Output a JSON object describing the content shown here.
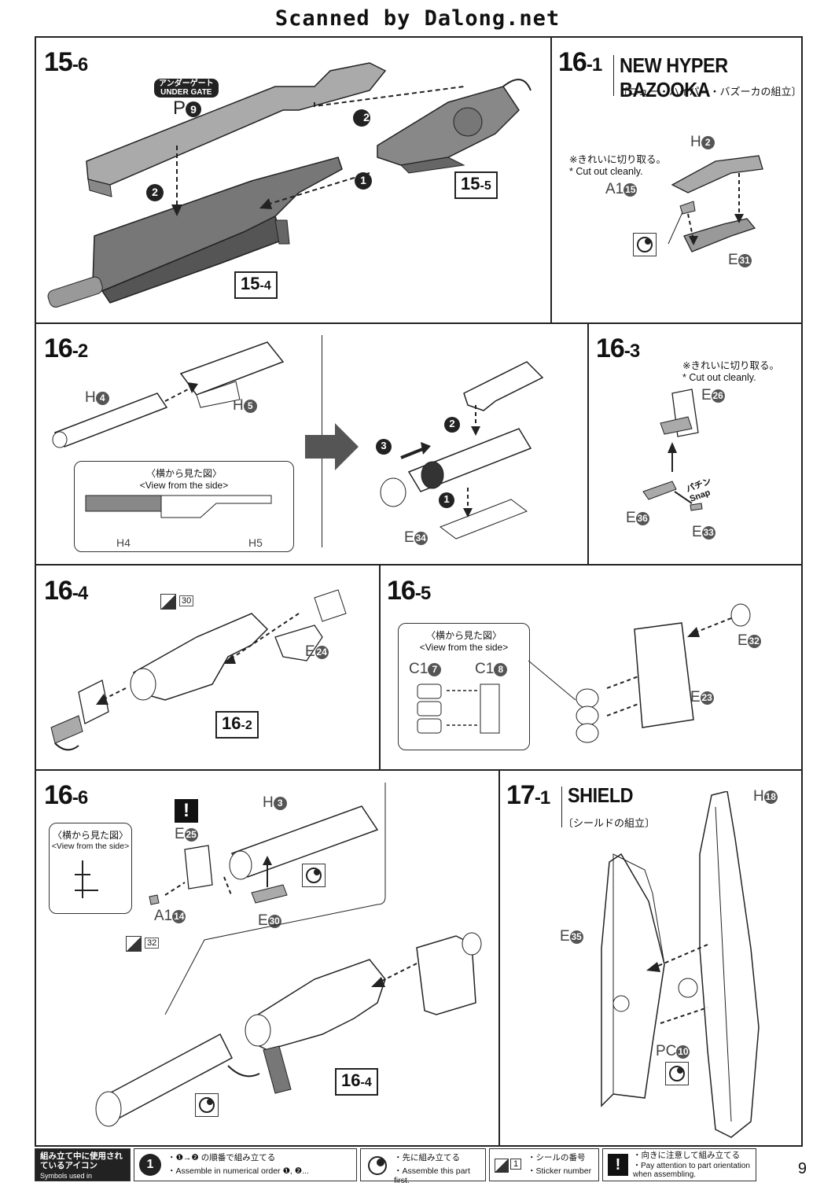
{
  "header": {
    "title": "Scanned by Dalong.net"
  },
  "steps": {
    "s15_6": {
      "num": "15",
      "sub": "-6",
      "under_gate_jp": "アンダーゲート",
      "under_gate_en": "UNDER GATE",
      "p_label": "P",
      "p_num": "9",
      "ref_a": "15",
      "ref_a_sub": "-5",
      "ref_b": "15",
      "ref_b_sub": "-4",
      "order_1": "1",
      "order_2": "2",
      "order_2b": "2"
    },
    "s16_1": {
      "num": "16",
      "sub": "-1",
      "title": "NEW HYPER BAZOOKA",
      "title_jp": "〔ニュー・ハイパー・バズーカの組立〕",
      "note_jp": "※きれいに切り取る。",
      "note_en": "* Cut out cleanly.",
      "part_h": "H",
      "part_h_num": "2",
      "part_a": "A1",
      "part_a_num": "15",
      "part_e": "E",
      "part_e_num": "31"
    },
    "s16_2": {
      "num": "16",
      "sub": "-2",
      "part_h4": "H",
      "part_h4_num": "4",
      "part_h5": "H",
      "part_h5_num": "5",
      "view_jp": "〈横から見た図〉",
      "view_en": "<View from the side>",
      "lbl_h4": "H4",
      "lbl_h5": "H5",
      "part_e34": "E",
      "part_e34_num": "34",
      "order_1": "1",
      "order_2": "2",
      "order_3": "3"
    },
    "s16_3": {
      "num": "16",
      "sub": "-3",
      "note_jp": "※きれいに切り取る。",
      "note_en": "* Cut out cleanly.",
      "part_e26": "E",
      "part_e26_num": "26",
      "part_e36": "E",
      "part_e36_num": "36",
      "part_e33": "E",
      "part_e33_num": "33",
      "snap_jp": "パチン",
      "snap_en": "Snap"
    },
    "s16_4": {
      "num": "16",
      "sub": "-4",
      "sticker": "30",
      "part_e24": "E",
      "part_e24_num": "24",
      "ref": "16",
      "ref_sub": "-2"
    },
    "s16_5": {
      "num": "16",
      "sub": "-5",
      "view_jp": "〈横から見た図〉",
      "view_en": "<View from the side>",
      "part_c17": "C1",
      "part_c17_num": "7",
      "part_c18": "C1",
      "part_c18_num": "8",
      "part_e32": "E",
      "part_e32_num": "32",
      "part_e23": "E",
      "part_e23_num": "23"
    },
    "s16_6": {
      "num": "16",
      "sub": "-6",
      "view_jp": "〈横から見た図〉",
      "view_en": "<View from the side>",
      "part_e25": "E",
      "part_e25_num": "25",
      "part_h3": "H",
      "part_h3_num": "3",
      "part_a14": "A1",
      "part_a14_num": "14",
      "part_e30": "E",
      "part_e30_num": "30",
      "sticker": "32",
      "ref": "16",
      "ref_sub": "-4",
      "attention": "!"
    },
    "s17_1": {
      "num": "17",
      "sub": "-1",
      "title": "SHIELD",
      "title_jp": "〔シールドの組立〕",
      "part_h18": "H",
      "part_h18_num": "18",
      "part_e35": "E",
      "part_e35_num": "35",
      "part_pc": "PC",
      "part_pc_num": "10"
    }
  },
  "footer": {
    "symbols_jp": "組み立て中に使用されているアイコン",
    "symbols_en": "Symbols used in instructions",
    "order_jp": "・❶→❷ の順番で組み立てる",
    "order_en": "・Assemble in numerical order ❶, ❷...",
    "first_jp": "・先に組み立てる",
    "first_en": "・Assemble this part first.",
    "sticker_jp": "・シールの番号",
    "sticker_en": "・Sticker number",
    "sticker_num": "1",
    "attention_jp": "・向きに注意して組み立てる",
    "attention_en": "・Pay attention to part orientation when assembling.",
    "order_icon": "1"
  },
  "page_number": "9"
}
